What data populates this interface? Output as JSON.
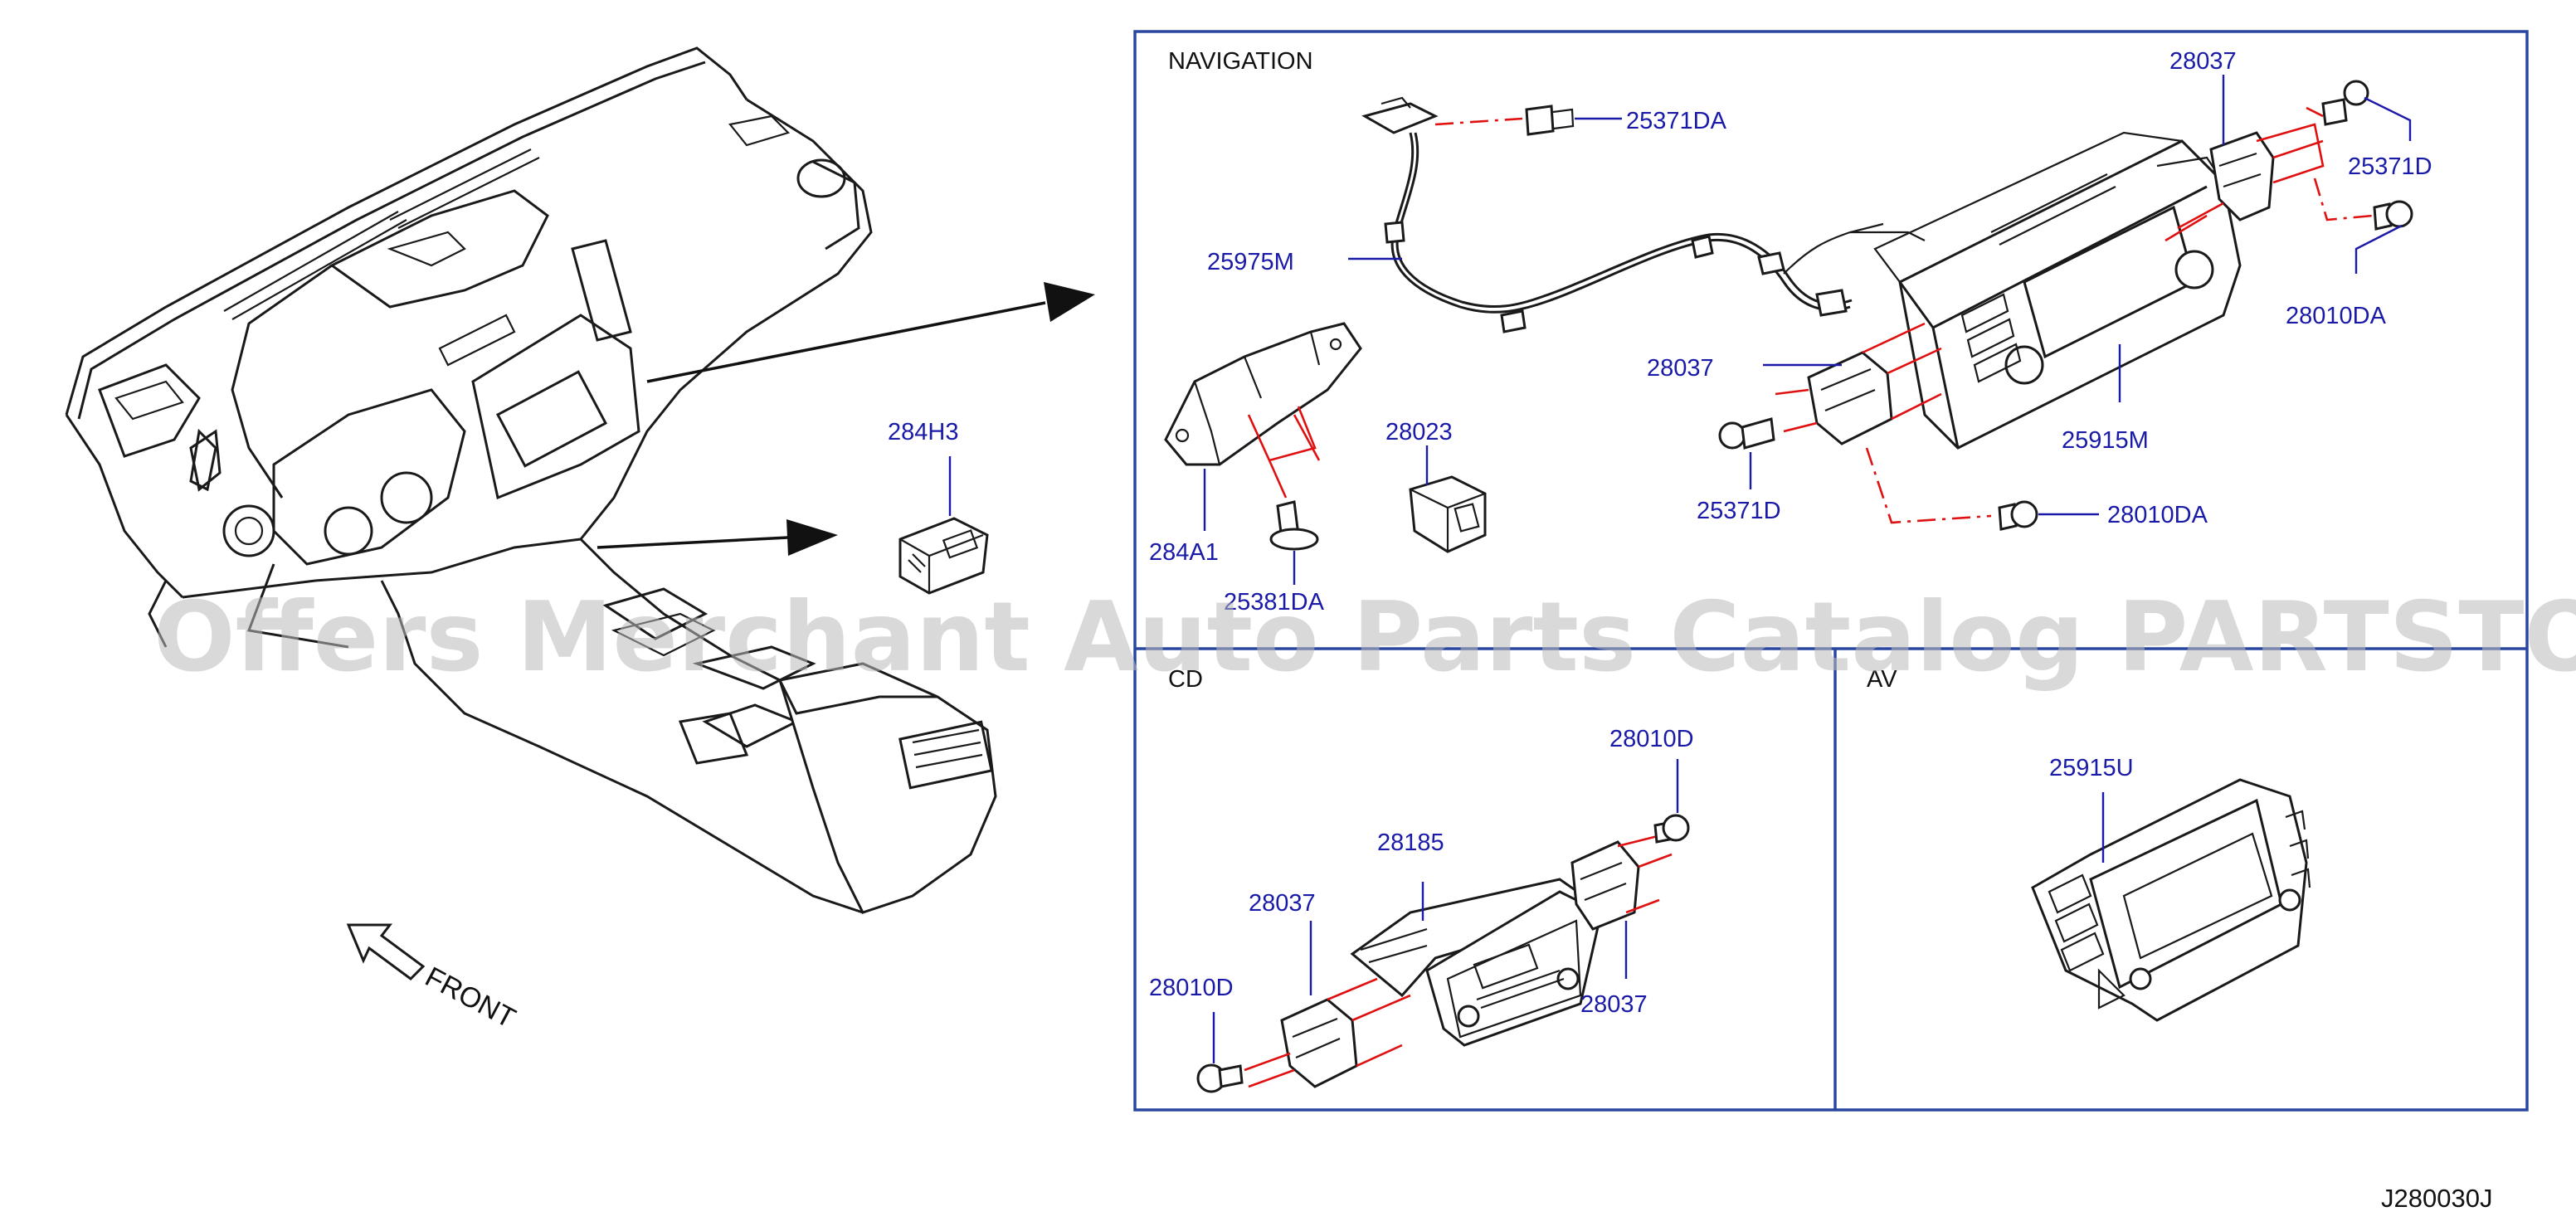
{
  "sections": {
    "navigation": "NAVIGATION",
    "cd": "CD",
    "av": "AV"
  },
  "labels": {
    "p284H3": "284H3",
    "p25371DA": "25371DA",
    "p28037_nav_top": "28037",
    "p25371D_nav_right": "25371D",
    "p25975M": "25975M",
    "p28010DA_right": "28010DA",
    "p28037_nav_mid": "28037",
    "p28023": "28023",
    "p25915M": "25915M",
    "p25371D_nav_bottom": "25371D",
    "p28010DA_bottom": "28010DA",
    "p284A1": "284A1",
    "p25381DA": "25381DA",
    "p28010D_cd_top": "28010D",
    "p28185": "28185",
    "p28037_cd_left": "28037",
    "p28037_cd_right": "28037",
    "p28010D_cd_bottom": "28010D",
    "p25915U": "25915U"
  },
  "front_label": "FRONT",
  "watermark": "Offers Merchant Auto Parts Catalog PARTSTORE.SA",
  "diagram_code": "J280030J",
  "colors": {
    "label": "#1a1aa8",
    "frame": "#2a47a0",
    "assembly_line": "#e01010",
    "line": "#1a1a1a"
  }
}
